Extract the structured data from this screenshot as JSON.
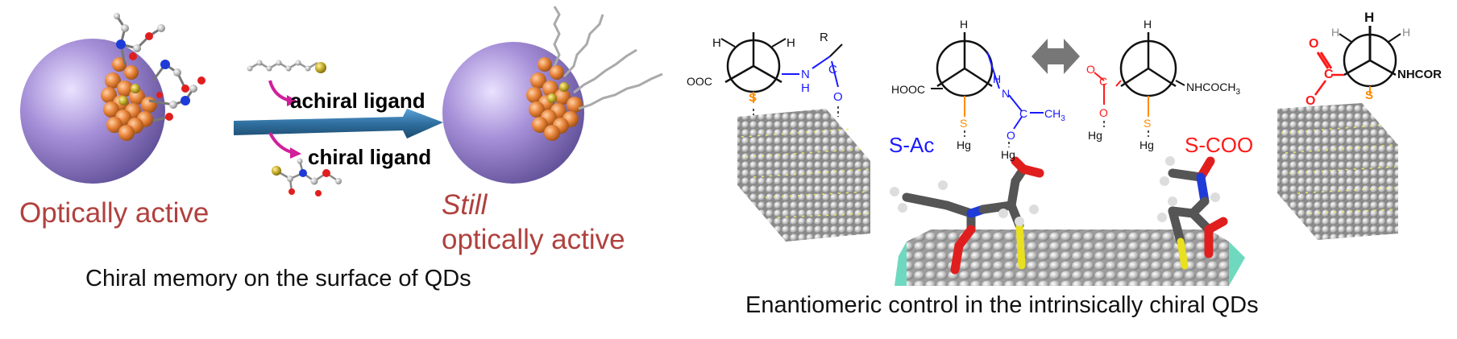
{
  "left": {
    "label_initial": "Optically active",
    "label_still_1": "Still",
    "label_still_2": "optically active",
    "arrow_top_label": "achiral ligand",
    "arrow_bottom_label": "chiral ligand",
    "caption": "Chiral memory on the surface of QDs"
  },
  "right": {
    "newman_1": {
      "group_left": "OOC",
      "group_r": "R",
      "group_h1": "H",
      "group_h2": "H",
      "group_nh_n": "N",
      "group_nh_h": "H",
      "group_c": "C",
      "group_o": "O",
      "group_s": "S"
    },
    "newman_2": {
      "top_h": "H",
      "left_group": "HOOC",
      "h_on_n": "H",
      "n": "N",
      "c": "C",
      "ch3": "CH",
      "ch3_sub": "3",
      "o": "O",
      "s_hg_1": "S",
      "hg_1": "Hg",
      "hg_2": "Hg",
      "label": "S-Ac"
    },
    "newman_3": {
      "top_h": "H",
      "c": "C",
      "o_top": "O",
      "o_bottom": "O",
      "nhcoch3": "NHCOCH",
      "nhcoch3_sub": "3",
      "s": "S",
      "hg_1": "Hg",
      "hg_2": "Hg",
      "label": "S-COO"
    },
    "newman_4": {
      "top_h": "H",
      "h_left": "H",
      "h_right": "H",
      "o_top": "O",
      "c": "C",
      "o_bottom": "O",
      "nhcor": "NHCOR",
      "s": "S"
    },
    "caption": "Enantiomeric control in the intrinsically chiral QDs"
  },
  "colors": {
    "caption_red": "#b0413e",
    "sphere": "#a58fd8",
    "cluster_orange": "#e8843a",
    "arrow_blue": "#2f6f9f",
    "magenta_arrow": "#d0209a",
    "chem_blue": "#1a1aff",
    "chem_red": "#ff1a1a",
    "sulfur_orange": "#ff8c00",
    "double_arrow_gray": "#777777"
  }
}
